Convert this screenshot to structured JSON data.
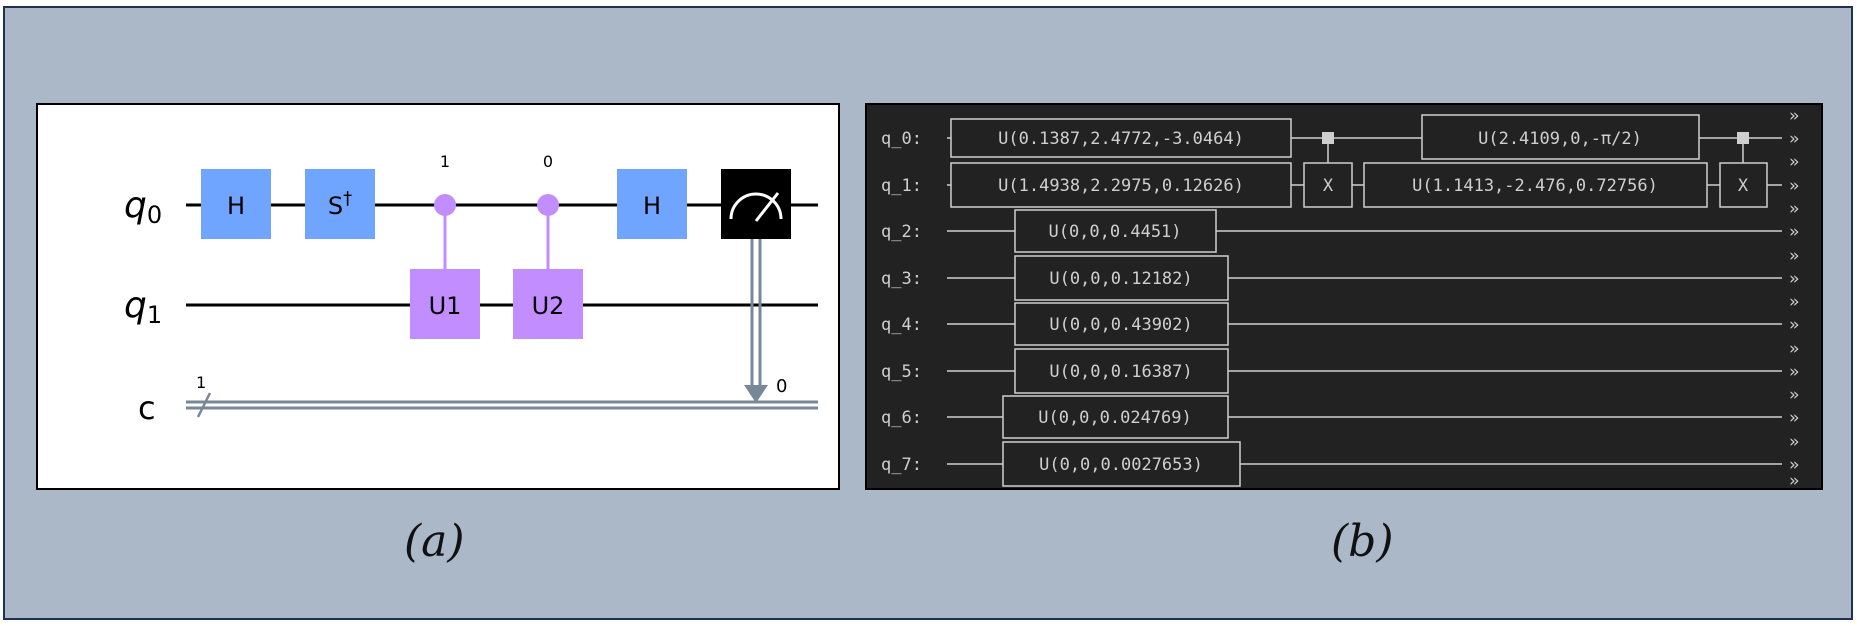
{
  "panel_a": {
    "caption": "(a)",
    "qubits": [
      {
        "name": "q",
        "sub": "0"
      },
      {
        "name": "q",
        "sub": "1"
      }
    ],
    "classical": {
      "name": "c",
      "width_label": "1",
      "bit_label": "0"
    },
    "gates": [
      {
        "label": "H",
        "kind": "single"
      },
      {
        "label": "S",
        "sup": "†",
        "kind": "single"
      },
      {
        "label": "U1",
        "kind": "controlled",
        "control_label": "1"
      },
      {
        "label": "U2",
        "kind": "controlled",
        "control_label": "0"
      },
      {
        "label": "H",
        "kind": "single"
      },
      {
        "label": "",
        "kind": "measure"
      }
    ],
    "colors": {
      "single": "#6fa4ff",
      "controlled": "#c28dff",
      "measure": "#000000",
      "classical": "#778899"
    }
  },
  "panel_b": {
    "caption": "(b)",
    "wires": [
      "q_0:",
      "q_1:",
      "q_2:",
      "q_3:",
      "q_4:",
      "q_5:",
      "q_6:",
      "q_7:"
    ],
    "gates": [
      {
        "label": "U(0.1387,2.4772,-3.0464)"
      },
      {
        "label": "U(1.4938,2.2975,0.12626)"
      },
      {
        "label": "U(0,0,0.4451)"
      },
      {
        "label": "U(0,0,0.12182)"
      },
      {
        "label": "U(0,0,0.43902)"
      },
      {
        "label": "U(0,0,0.16387)"
      },
      {
        "label": "U(0,0,0.024769)"
      },
      {
        "label": "U(0,0,0.0027653)"
      },
      {
        "label": "X"
      },
      {
        "label": "U(2.4109,0,-π/2)"
      },
      {
        "label": "U(1.1413,-2.476,0.72756)"
      },
      {
        "label": "X"
      }
    ],
    "continuation": "»"
  }
}
